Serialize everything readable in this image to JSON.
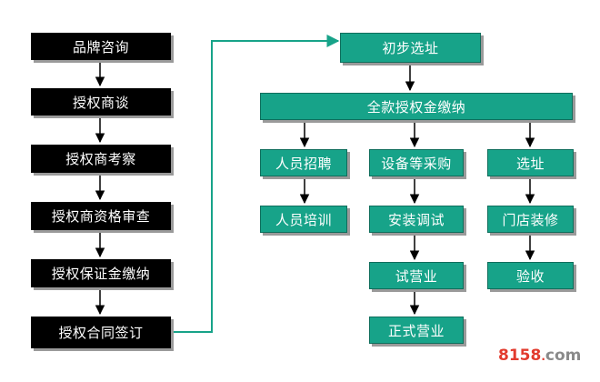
{
  "left_steps": [
    "品牌咨询",
    "授权商谈",
    "授权商考察",
    "授权商资格审查",
    "授权保证金缴纳",
    "授权合同签订"
  ],
  "right": {
    "top": "初步选址",
    "payment": "全款授权金缴纳",
    "staff": [
      "人员招聘",
      "人员培训"
    ],
    "equipment": [
      "设备等采购",
      "安装调试",
      "试营业",
      "正式营业"
    ],
    "site": [
      "选址",
      "门店装修",
      "验收"
    ]
  },
  "watermark": {
    "number": "8158",
    "dot": ".",
    "suffix": "com"
  },
  "colors": {
    "black_box": "#000000",
    "teal_box": "#17a389",
    "connector_teal": "#17a389",
    "arrow": "#000000",
    "watermark_red": "#e23b2e",
    "watermark_gray": "#8a8a8a"
  }
}
